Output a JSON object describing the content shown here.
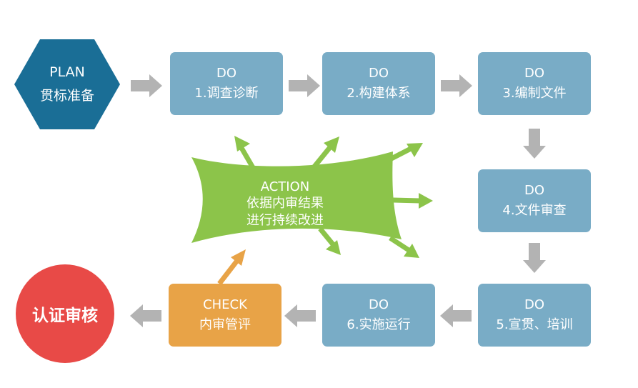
{
  "plan": {
    "title": "PLAN",
    "subtitle": "贯标准备"
  },
  "steps": [
    {
      "stage": "DO",
      "label": "1.调查诊断"
    },
    {
      "stage": "DO",
      "label": "2.构建体系"
    },
    {
      "stage": "DO",
      "label": "3.编制文件"
    },
    {
      "stage": "DO",
      "label": "4.文件审查"
    },
    {
      "stage": "DO",
      "label": "5.宣贯、培训"
    },
    {
      "stage": "DO",
      "label": "6.实施运行"
    }
  ],
  "check": {
    "title": "CHECK",
    "subtitle": "内审管评"
  },
  "action": {
    "title": "ACTION",
    "line1": "依据内审结果",
    "line2": "进行持续改进"
  },
  "certification": {
    "label": "认证审核"
  },
  "colors": {
    "plan": "#1a6e96",
    "do": "#79acc6",
    "check": "#e8a347",
    "action": "#8cc44a",
    "certification": "#e84a47",
    "arrow_gray": "#b3b3b3"
  }
}
